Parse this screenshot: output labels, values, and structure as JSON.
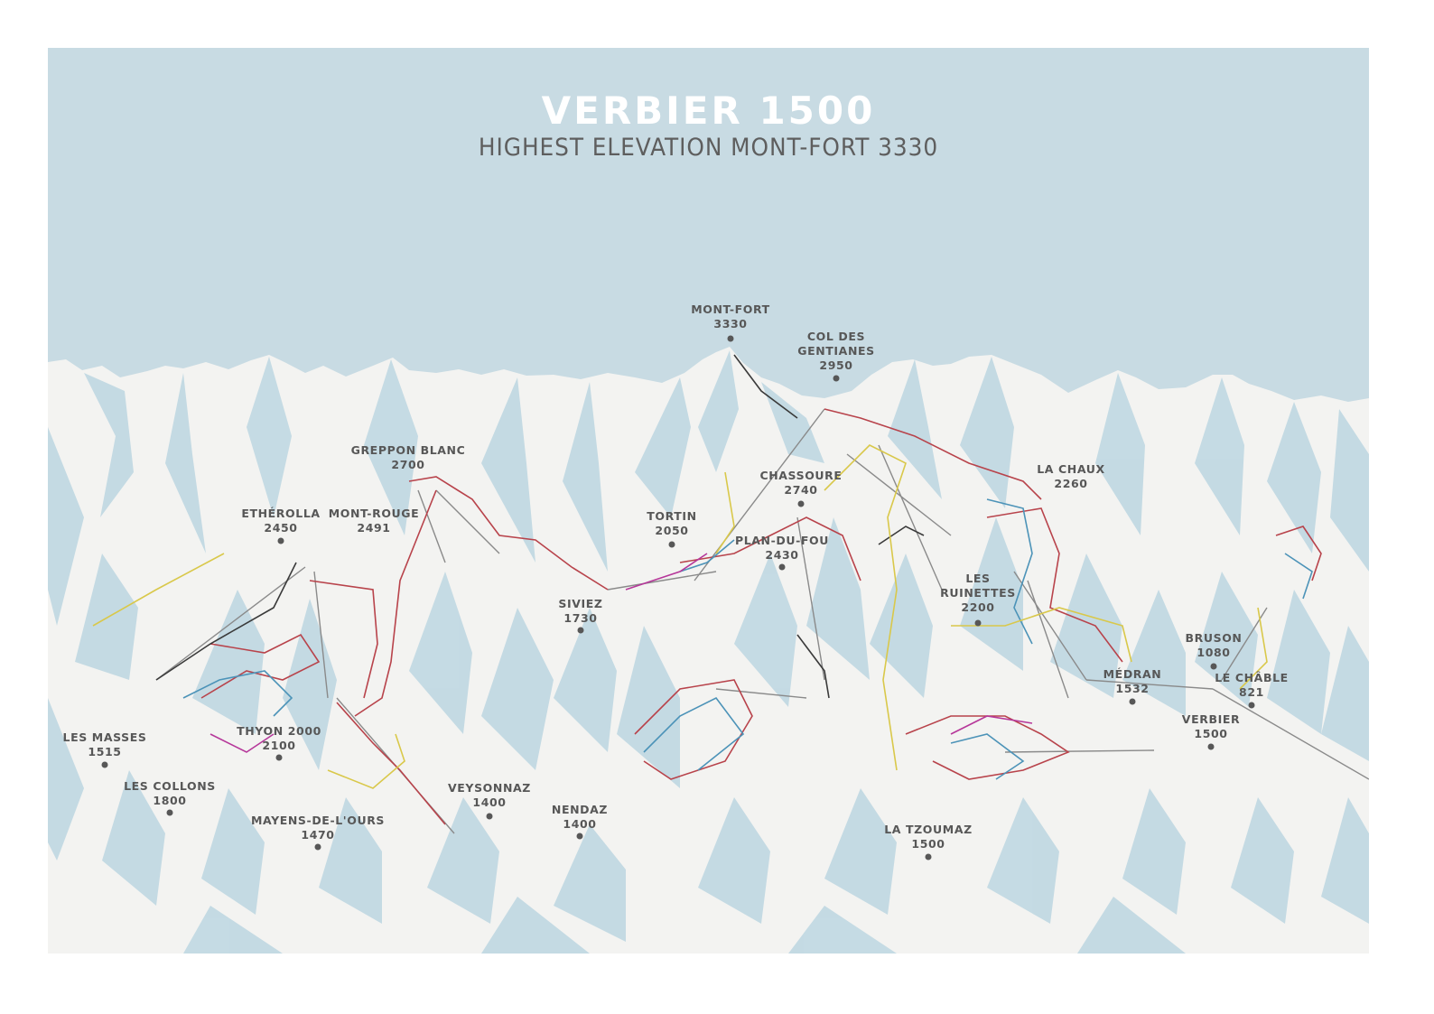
{
  "title": "VERBIER 1500",
  "subtitle": "HIGHEST ELEVATION MONT-FORT 3330",
  "colors": {
    "sky": "#c8dbe3",
    "snow": "#f3f3f1",
    "shadow": "#c2d9e3",
    "label": "#575757",
    "piste_red": "#b8434b",
    "piste_blue": "#4c93b8",
    "piste_black": "#3a3a3a",
    "itinerary_yellow": "#d9c84a",
    "freeride_magenta": "#b6379a",
    "lift_grey": "#8a8a8a"
  },
  "locations": [
    {
      "id": "mont-fort",
      "lines": [
        "MONT-FORT",
        "3330"
      ]
    },
    {
      "id": "col-des-gentianes",
      "lines": [
        "COL DES",
        "GENTIANES",
        "2950"
      ]
    },
    {
      "id": "greppon-blanc",
      "lines": [
        "GREPPON BLANC",
        "2700"
      ]
    },
    {
      "id": "chassoure",
      "lines": [
        "CHASSOURE",
        "2740"
      ]
    },
    {
      "id": "la-chaux",
      "lines": [
        "LA CHAUX",
        "2260"
      ]
    },
    {
      "id": "etherolla",
      "lines": [
        "ETHÉROLLA",
        "2450"
      ]
    },
    {
      "id": "mont-rouge",
      "lines": [
        "MONT-ROUGE",
        "2491"
      ]
    },
    {
      "id": "tortin",
      "lines": [
        "TORTIN",
        "2050"
      ]
    },
    {
      "id": "plan-du-fou",
      "lines": [
        "PLAN-DU-FOU",
        "2430"
      ]
    },
    {
      "id": "les-ruinettes",
      "lines": [
        "LES",
        "RUINETTES",
        "2200"
      ]
    },
    {
      "id": "siviez",
      "lines": [
        "SIVIEZ",
        "1730"
      ]
    },
    {
      "id": "bruson",
      "lines": [
        "BRUSON",
        "1080"
      ]
    },
    {
      "id": "medran",
      "lines": [
        "MÉDRAN",
        "1532"
      ]
    },
    {
      "id": "le-chable",
      "lines": [
        "LE CHÂBLE",
        "821"
      ]
    },
    {
      "id": "verbier",
      "lines": [
        "VERBIER",
        "1500"
      ]
    },
    {
      "id": "les-masses",
      "lines": [
        "LES MASSES",
        "1515"
      ]
    },
    {
      "id": "thyon",
      "lines": [
        "THYON 2000",
        "2100"
      ]
    },
    {
      "id": "les-collons",
      "lines": [
        "LES COLLONS",
        "1800"
      ]
    },
    {
      "id": "veysonnaz",
      "lines": [
        "VEYSONNAZ",
        "1400"
      ]
    },
    {
      "id": "nendaz",
      "lines": [
        "NENDAZ",
        "1400"
      ]
    },
    {
      "id": "mayens-de-lours",
      "lines": [
        "MAYENS-DE-L'OURS",
        "1470"
      ]
    },
    {
      "id": "la-tzoumaz",
      "lines": [
        "LA TZOUMAZ",
        "1500"
      ]
    }
  ]
}
